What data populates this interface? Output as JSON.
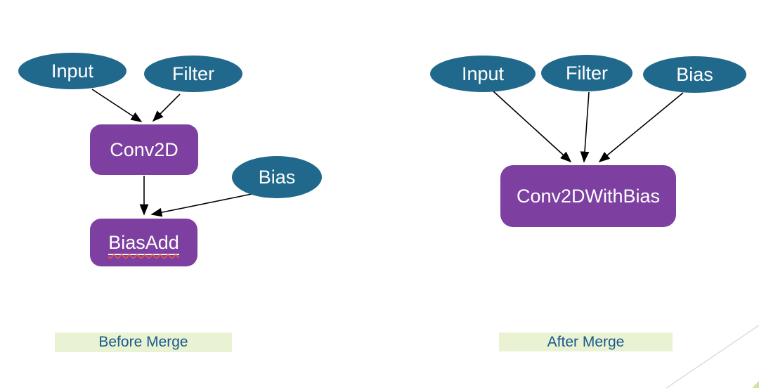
{
  "left_panel": {
    "nodes": {
      "input": "Input",
      "filter": "Filter",
      "bias": "Bias",
      "conv2d": "Conv2D",
      "biasadd": "BiasAdd"
    },
    "caption": "Before Merge"
  },
  "right_panel": {
    "nodes": {
      "input": "Input",
      "filter": "Filter",
      "bias": "Bias",
      "merged": "Conv2DWithBias"
    },
    "caption": "After Merge"
  },
  "colors": {
    "ellipse_fill": "#21698c",
    "op_box_fill": "#7d3fa0",
    "node_text": "#ffffff",
    "caption_bg": "#e9f3d4",
    "caption_text": "#19598a",
    "arrow": "#000000",
    "spellcheck_squiggle": "#d9534f",
    "decor_line": "#dcdcdc",
    "decor_corner_triangle": "#cde4a1"
  }
}
